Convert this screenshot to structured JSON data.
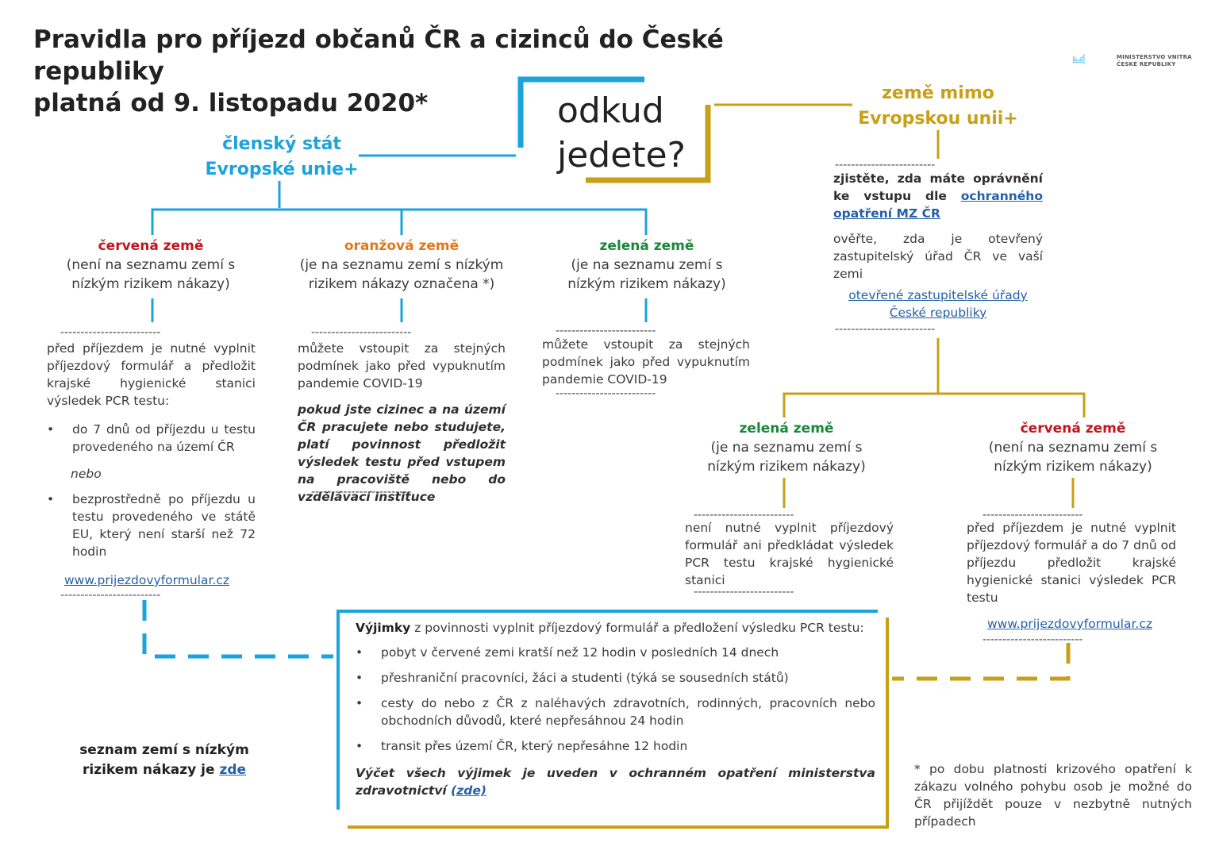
{
  "title": {
    "line1": "Pravidla pro příjezd občanů ČR a cizinců do České republiky",
    "line2": "platná od 9. listopadu 2020*"
  },
  "logo": {
    "line1": "MINISTERSTVO VNITRA",
    "line2": "ČESKÉ REPUBLIKY"
  },
  "question": {
    "line1": "odkud",
    "line2": "jedete?"
  },
  "eu": {
    "heading_line1": "členský stát",
    "heading_line2": "Evropské unie+",
    "red": {
      "label": "červená země",
      "desc": "(není na seznamu zemí s nízkým rizikem nákazy)",
      "text": "před příjezdem je nutné vyplnit příjezdový formulář a předložit krajské hygienické stanici výsledek PCR testu:",
      "bullet1": "do 7 dnů od příjezdu u testu provedeného na území ČR",
      "or": "nebo",
      "bullet2": "bezprostředně po příjezdu u testu provedeného ve státě EU, který není starší než 72 hodin",
      "link": "www.prijezdovyformular.cz"
    },
    "orange": {
      "label": "oranžová země",
      "desc": "(je na seznamu zemí s nízkým rizikem nákazy označena *)",
      "text": "můžete vstoupit za stejných podmínek jako před vypuknutím pandemie COVID-19",
      "note": "pokud jste cizinec a na území ČR pracujete nebo studujete, platí povinnost předložit výsledek testu před vstupem na pracoviště nebo do vzdělávací instituce"
    },
    "green": {
      "label": "zelená země",
      "desc": "(je na seznamu zemí s nízkým rizikem nákazy)",
      "text": "můžete vstoupit za stejných podmínek jako před vypuknutím pandemie COVID-19"
    }
  },
  "non_eu": {
    "heading_line1": "země mimo",
    "heading_line2": "Evropskou unii+",
    "check_prefix": "zjistěte, zda máte oprávnění ke vstupu dle ",
    "check_link": "ochranného opatření MZ ČR",
    "verify": "ověřte, zda je otevřený zastupitelský úřad ČR ve vaší zemi",
    "embassy_link": "otevřené zastupitelské úřady České republiky",
    "green": {
      "label": "zelená země",
      "desc": "(je na seznamu zemí s nízkým rizikem nákazy)",
      "text": "není nutné vyplnit příjezdový formulář ani předkládat výsledek PCR testu krajské hygienické stanici"
    },
    "red": {
      "label": "červená země",
      "desc": "(není na seznamu zemí s nízkým rizikem nákazy)",
      "text": "před příjezdem je nutné vyplnit příjezdový formulář a do 7 dnů od příjezdu předložit krajské hygienické stanici výsledek PCR testu",
      "link": "www.prijezdovyformular.cz"
    }
  },
  "exceptions": {
    "intro_bold": "Výjimky",
    "intro_rest": " z povinnosti vyplnit příjezdový formulář a předložení výsledku PCR testu:",
    "items": [
      "pobyt v červené zemi kratší než 12 hodin v posledních 14 dnech",
      "přeshraniční pracovníci, žáci a studenti (týká se sousedních států)",
      "cesty do nebo z ČR z naléhavých zdravotních, rodinných, pracovních nebo obchodních důvodů, které nepřesáhnou 24 hodin",
      "transit přes území ČR, který nepřesáhne 12 hodin"
    ],
    "footer": "Výčet všech výjimek je uveden v ochranném opatření ministerstva zdravotnictví ",
    "footer_link": "(zde)"
  },
  "seznam": {
    "line1": "seznam zemí s nízkým",
    "line2": "rizikem nákazy je ",
    "link": "zde"
  },
  "footnote": "* po dobu platnosti krizového opatření k zákazu volného pohybu osob je možné do ČR přijíždět pouze v nezbytně nutných případech",
  "dash_line": "-------------------------",
  "colors": {
    "blue": "#1ba3dc",
    "gold": "#c7a017",
    "red": "#c0161e",
    "orange": "#e0781a",
    "green": "#19873b",
    "link": "#2460a7"
  }
}
